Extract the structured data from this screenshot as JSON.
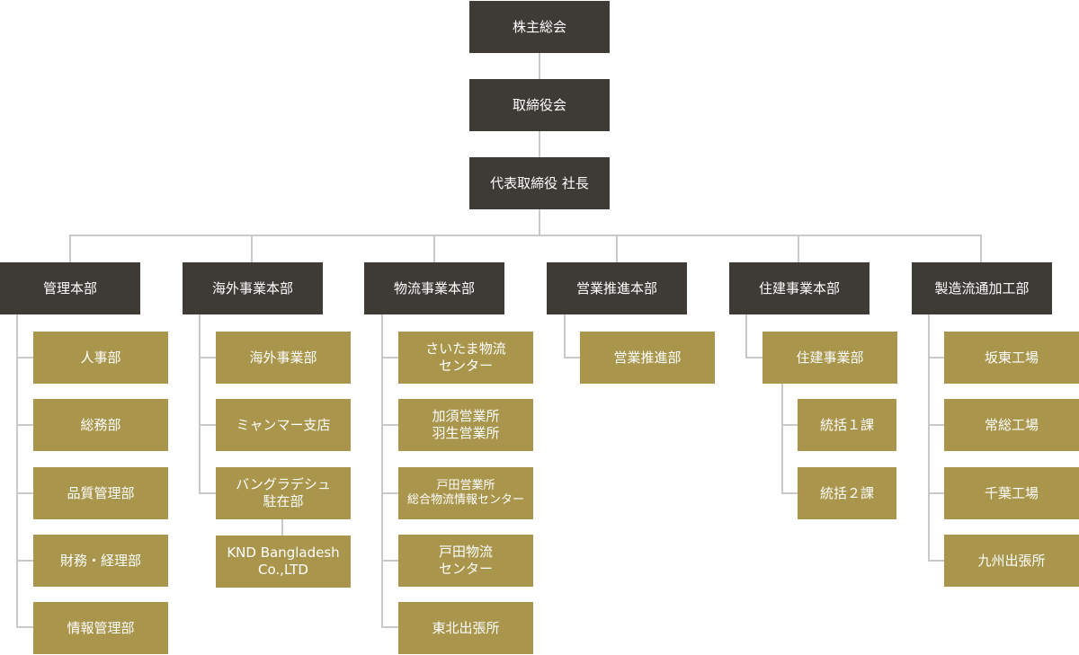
{
  "top": [
    "株主総会",
    "取締役会",
    "代表取締役 社長"
  ],
  "divisions": [
    {
      "label": "管理本部",
      "units": [
        {
          "label": "人事部"
        },
        {
          "label": "総務部"
        },
        {
          "label": "品質管理部"
        },
        {
          "label": "財務・経理部"
        },
        {
          "label": "情報管理部"
        }
      ]
    },
    {
      "label": "海外事業本部",
      "units": [
        {
          "label": "海外事業部"
        },
        {
          "label": "ミャンマー支店"
        },
        {
          "label": "バングラデシュ\n駐在部",
          "children": [
            {
              "label": "KND Bangladesh\nCo.,LTD"
            }
          ]
        }
      ]
    },
    {
      "label": "物流事業本部",
      "units": [
        {
          "label": "さいたま物流\nセンター"
        },
        {
          "label": "加須営業所\n羽生営業所"
        },
        {
          "label": "戸田営業所\n総合物流情報センター"
        },
        {
          "label": "戸田物流\nセンター"
        },
        {
          "label": "東北出張所"
        }
      ]
    },
    {
      "label": "営業推進本部",
      "units": [
        {
          "label": "営業推進部"
        }
      ]
    },
    {
      "label": "住建事業本部",
      "units": [
        {
          "label": "住建事業部",
          "children": [
            {
              "label": "統括１課"
            },
            {
              "label": "統括２課"
            }
          ]
        }
      ]
    },
    {
      "label": "製造流通加工部",
      "units": [
        {
          "label": "坂東工場"
        },
        {
          "label": "常総工場"
        },
        {
          "label": "千葉工場"
        },
        {
          "label": "九州出張所"
        }
      ]
    }
  ],
  "colors": {
    "dark": "#3e3a36",
    "gold": "#a9954b",
    "line": "#c9c9c9"
  }
}
